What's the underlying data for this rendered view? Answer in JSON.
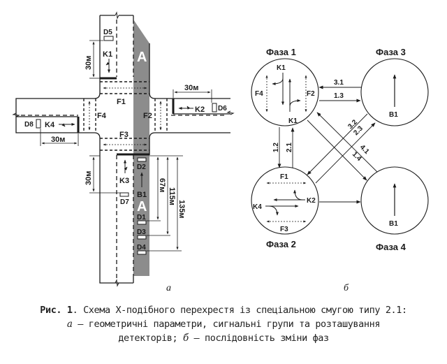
{
  "figure": {
    "left_panel": {
      "sublabel": "а",
      "lane_label": "A",
      "signal_groups": [
        "K1",
        "K2",
        "K3",
        "K4",
        "B1"
      ],
      "pedestrian_groups": [
        "F1",
        "F2",
        "F3",
        "F4"
      ],
      "detectors": [
        "D1",
        "D2",
        "D3",
        "D4",
        "D5",
        "D6",
        "D7",
        "D8"
      ],
      "dimensions": {
        "k1_zone": "30м",
        "k2_zone": "30м",
        "k3_zone": "30м",
        "k4_zone": "30м",
        "d1": "67м",
        "d3": "115м",
        "d4": "135м"
      }
    },
    "right_panel": {
      "sublabel": "б",
      "phases": [
        {
          "title": "Фаза 1",
          "labels": [
            "K1",
            "K1",
            "F4",
            "F2"
          ]
        },
        {
          "title": "Фаза 2",
          "labels": [
            "F1",
            "K2",
            "K4",
            "F3"
          ]
        },
        {
          "title": "Фаза 3",
          "labels": [
            "B1"
          ]
        },
        {
          "title": "Фаза 4",
          "labels": [
            "B1"
          ]
        }
      ],
      "transitions": [
        "3.1",
        "1.3",
        "1.2",
        "2.1",
        "3.2",
        "2.3",
        "4.1",
        "1.4"
      ]
    }
  },
  "caption": {
    "fig_num": "Рис. 1",
    "line1": ". Схема Х-подібного перехрестя із спеціальною смугою типу 2.1:",
    "a_label": "а",
    "line2": " — геометричні параметри, сигнальні групи та розташування",
    "line3a": "детекторів; ",
    "b_label": "б",
    "line3b": " — послідовність зміни фаз"
  }
}
